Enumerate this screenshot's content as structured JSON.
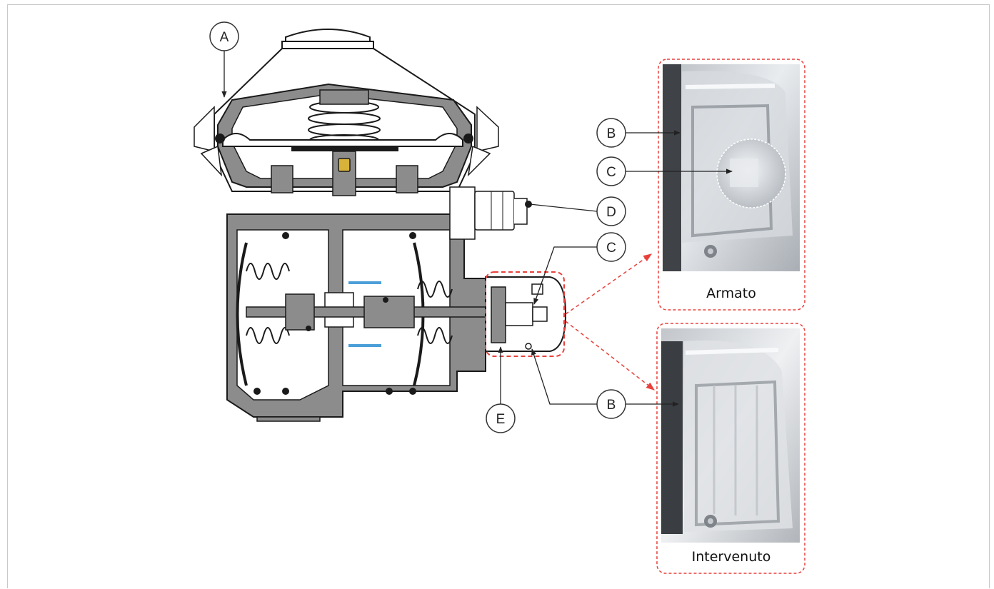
{
  "callouts": {
    "a": "A",
    "b_top": "B",
    "c_top": "C",
    "d": "D",
    "c_mid": "C",
    "e": "E",
    "b_bottom": "B"
  },
  "panels": {
    "armed_caption": "Armato",
    "tripped_caption": "Intervenuto"
  },
  "colors": {
    "highlight": "#e8413c",
    "body": "#888888",
    "outline": "#1a1a1a",
    "accent_blue": "#4a9fd8",
    "label_ring": "#333333"
  }
}
